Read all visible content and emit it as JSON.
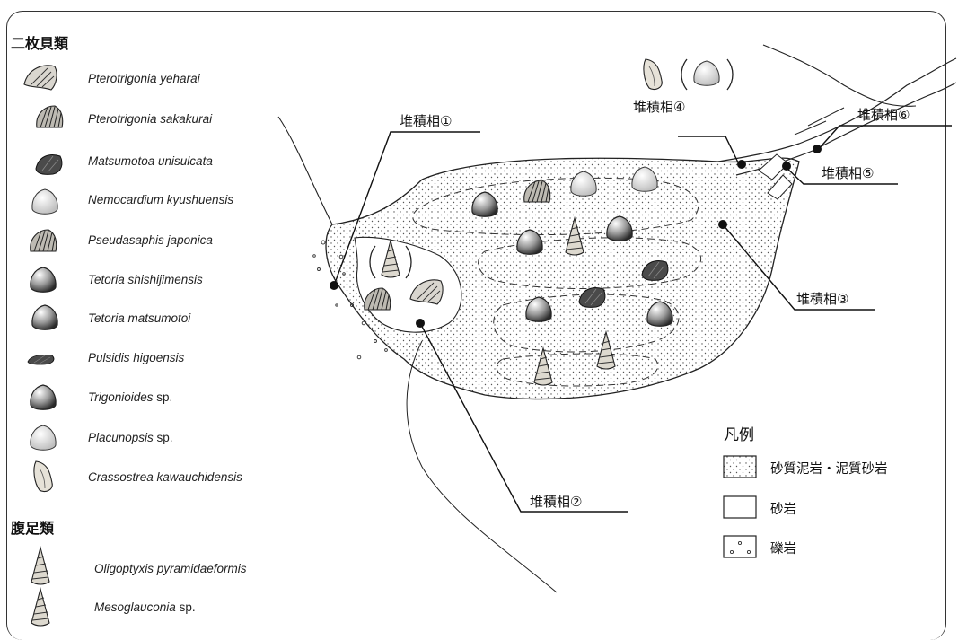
{
  "bivalves": {
    "heading": "二枚貝類",
    "species": [
      {
        "genus": "Pterotrigonia yeharai",
        "suffix": ""
      },
      {
        "genus": "Pterotrigonia sakakurai",
        "suffix": ""
      },
      {
        "genus": "Matsumotoa unisulcata",
        "suffix": ""
      },
      {
        "genus": "Nemocardium kyushuensis",
        "suffix": ""
      },
      {
        "genus": "Pseudasaphis japonica",
        "suffix": ""
      },
      {
        "genus": "Tetoria shishijimensis",
        "suffix": ""
      },
      {
        "genus": "Tetoria matsumotoi",
        "suffix": ""
      },
      {
        "genus": "Pulsidis higoensis",
        "suffix": ""
      },
      {
        "genus": "Trigonioides",
        "suffix": " sp."
      },
      {
        "genus": "Placunopsis",
        "suffix": " sp."
      },
      {
        "genus": "Crassostrea kawauchidensis",
        "suffix": ""
      }
    ]
  },
  "gastropods": {
    "heading": "腹足類",
    "species": [
      {
        "genus": "Oligoptyxis pyramidaeformis",
        "suffix": ""
      },
      {
        "genus": "Mesoglauconia",
        "suffix": " sp."
      }
    ]
  },
  "facies": [
    "堆積相①",
    "堆積相②",
    "堆積相③",
    "堆積相④",
    "堆積相⑤",
    "堆積相⑥"
  ],
  "legend": {
    "title": "凡例",
    "items": [
      {
        "label": "砂質泥岩・泥質砂岩",
        "pattern": "dots"
      },
      {
        "label": "砂岩",
        "pattern": "blank"
      },
      {
        "label": "礫岩",
        "pattern": "pebbles"
      }
    ]
  },
  "colors": {
    "ink": "#1a1a1a",
    "shell_fill": "#e8e4da",
    "shell_dark": "#3a3a3a"
  }
}
